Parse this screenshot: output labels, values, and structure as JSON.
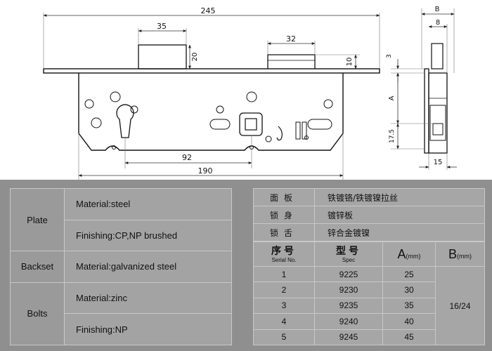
{
  "drawing": {
    "dims": {
      "overall_width": "245",
      "slot_width": "35",
      "slot_height": "20",
      "latch_width": "32",
      "latch_height": "10",
      "backset_spacing": "92",
      "case_width": "190",
      "side_plate_offset": "3",
      "side_a": "A",
      "side_lower": "17.5",
      "side_b": "B",
      "side_8": "8",
      "side_15": "15"
    }
  },
  "specs": {
    "left": [
      {
        "category": "Plate",
        "rows": [
          "Material:steel",
          "Finishing:CP,NP brushed"
        ]
      },
      {
        "category": "Backset",
        "rows": [
          "Material:galvanized steel"
        ]
      },
      {
        "category": "Bolts",
        "rows": [
          "Material:zinc",
          "Finishing:NP"
        ]
      }
    ],
    "right_top": [
      {
        "key": "面板",
        "value": "铁镀铬/铁镀镍拉丝"
      },
      {
        "key": "锁身",
        "value": "镀锌板"
      },
      {
        "key": "锁舌",
        "value": "锌合金镀镍"
      }
    ],
    "right_table": {
      "headers": {
        "serial": "序号",
        "serial_en": "Serial No.",
        "model": "型号",
        "model_en": "Spec",
        "a_label": "A",
        "a_unit": "(mm)",
        "b_label": "B",
        "b_unit": "(mm)"
      },
      "rows": [
        {
          "serial": "1",
          "spec": "9225",
          "a": "25"
        },
        {
          "serial": "2",
          "spec": "9230",
          "a": "30"
        },
        {
          "serial": "3",
          "spec": "9235",
          "a": "35"
        },
        {
          "serial": "4",
          "spec": "9240",
          "a": "40"
        },
        {
          "serial": "5",
          "spec": "9245",
          "a": "45"
        }
      ],
      "b_value": "16/24"
    }
  }
}
